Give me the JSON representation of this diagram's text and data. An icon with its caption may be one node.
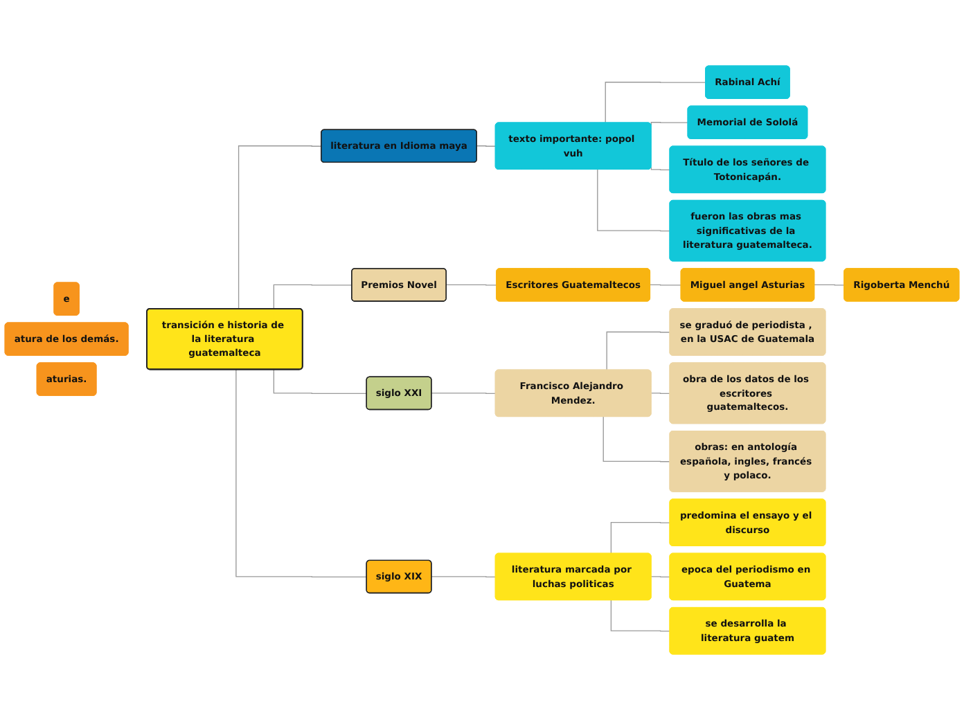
{
  "diagram": {
    "nodes": [
      {
        "text": [
          "transición e historia de la literatura guatemalteca"
        ]
      },
      {
        "text": [
          "e"
        ]
      },
      {
        "text": [
          "atura de los demás."
        ]
      },
      {
        "text": [
          "aturias."
        ]
      },
      {
        "text": [
          "literatura en Idioma maya"
        ]
      },
      {
        "text": [
          "texto importante: popol vuh"
        ]
      },
      {
        "text": [
          "Rabinal Achí"
        ]
      },
      {
        "text": [
          "Memorial de Sololá"
        ]
      },
      {
        "text": [
          "Título de los señores de Totonicapán."
        ]
      },
      {
        "text": [
          "fueron las obras mas significativas de la literatura guatemalteca."
        ]
      },
      {
        "text": [
          "Premios Novel"
        ]
      },
      {
        "text": [
          "Escritores Guatemaltecos"
        ]
      },
      {
        "text": [
          "Miguel angel Asturias"
        ]
      },
      {
        "text": [
          "Rigoberta Menchú"
        ]
      },
      {
        "text": [
          "siglo XXI"
        ]
      },
      {
        "text": [
          "Francisco Alejandro Mendez."
        ]
      },
      {
        "text": [
          "se graduó de periodista , en la USAC de Guatemala"
        ]
      },
      {
        "text": [
          "obra de los datos de los escritores guatemaltecos."
        ]
      },
      {
        "text": [
          "obras: en antología española, ingles, francés y polaco."
        ]
      },
      {
        "text": [
          "siglo XIX"
        ]
      },
      {
        "text": [
          "literatura marcada por luchas politicas"
        ]
      },
      {
        "text": [
          "predomina el ensayo y el discurso"
        ]
      },
      {
        "text": [
          "epoca del periodismo en Guatema"
        ]
      },
      {
        "text": [
          "se desarrolla la literatura guatem"
        ]
      }
    ],
    "edges": [
      {
        "from": 0,
        "to": 4,
        "arrow": "none"
      },
      {
        "from": 0,
        "to": 10,
        "arrow": "none"
      },
      {
        "from": 0,
        "to": 14,
        "arrow": "none"
      },
      {
        "from": 0,
        "to": 19,
        "arrow": "none"
      },
      {
        "from": 4,
        "to": 5,
        "arrow": "none"
      },
      {
        "from": 5,
        "to": 6,
        "arrow": "none"
      },
      {
        "from": 5,
        "to": 7,
        "arrow": "none"
      },
      {
        "from": 5,
        "to": 8,
        "arrow": "none"
      },
      {
        "from": 5,
        "to": 9,
        "arrow": "none"
      },
      {
        "from": 10,
        "to": 11,
        "arrow": "none"
      },
      {
        "from": 11,
        "to": 12,
        "arrow": "none"
      },
      {
        "from": 12,
        "to": 13,
        "arrow": "none"
      },
      {
        "from": 14,
        "to": 15,
        "arrow": "none"
      },
      {
        "from": 15,
        "to": 16,
        "arrow": "none"
      },
      {
        "from": 15,
        "to": 17,
        "arrow": "none"
      },
      {
        "from": 15,
        "to": 18,
        "arrow": "none"
      },
      {
        "from": 19,
        "to": 20,
        "arrow": "none"
      },
      {
        "from": 20,
        "to": 21,
        "arrow": "none"
      },
      {
        "from": 20,
        "to": 22,
        "arrow": "none"
      },
      {
        "from": 20,
        "to": 23,
        "arrow": "none"
      }
    ]
  }
}
